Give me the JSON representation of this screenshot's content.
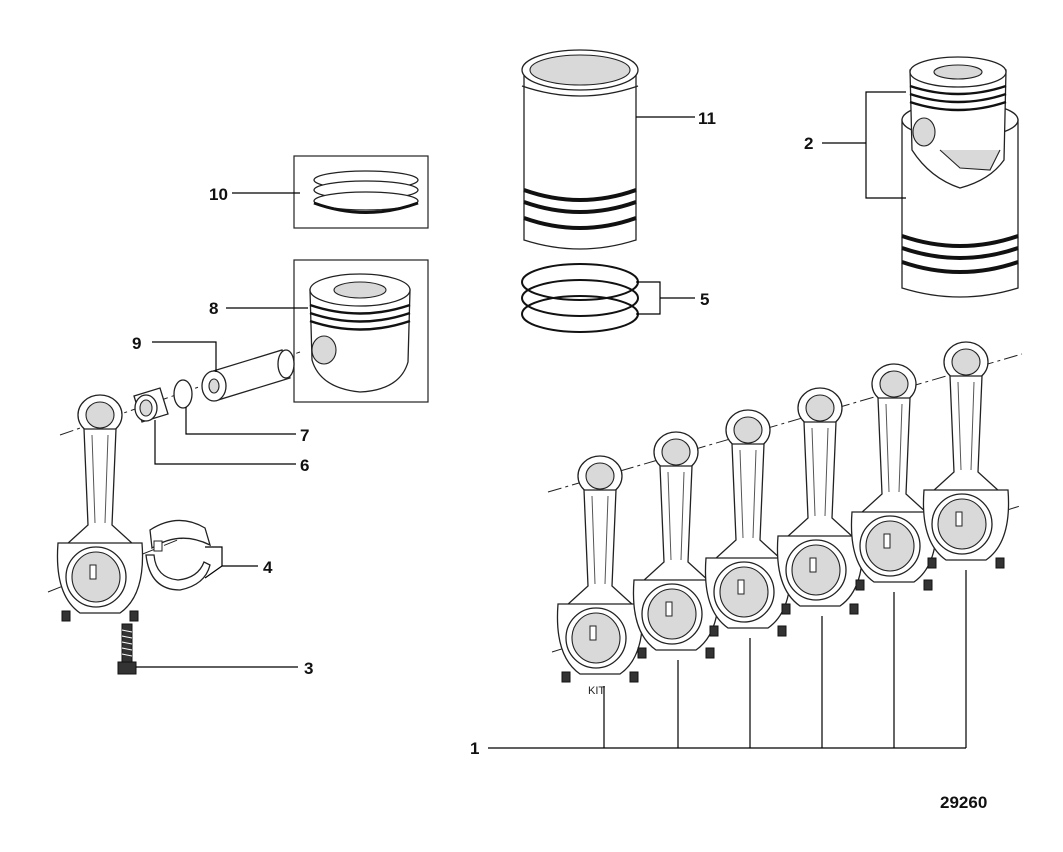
{
  "figure_id": "29260",
  "callouts": [
    {
      "number": "1",
      "part": "connecting-rod-kit"
    },
    {
      "number": "2",
      "part": "piston-and-liner-kit"
    },
    {
      "number": "3",
      "part": "connecting-rod-bolt"
    },
    {
      "number": "4",
      "part": "rod-bearing-shells"
    },
    {
      "number": "5",
      "part": "liner-o-rings"
    },
    {
      "number": "6",
      "part": "small-end-bushing"
    },
    {
      "number": "7",
      "part": "piston-pin-retainer"
    },
    {
      "number": "8",
      "part": "piston"
    },
    {
      "number": "9",
      "part": "piston-pin"
    },
    {
      "number": "10",
      "part": "piston-ring-set"
    },
    {
      "number": "11",
      "part": "cylinder-liner"
    }
  ],
  "labels": {
    "kit_mark": "KIT"
  }
}
